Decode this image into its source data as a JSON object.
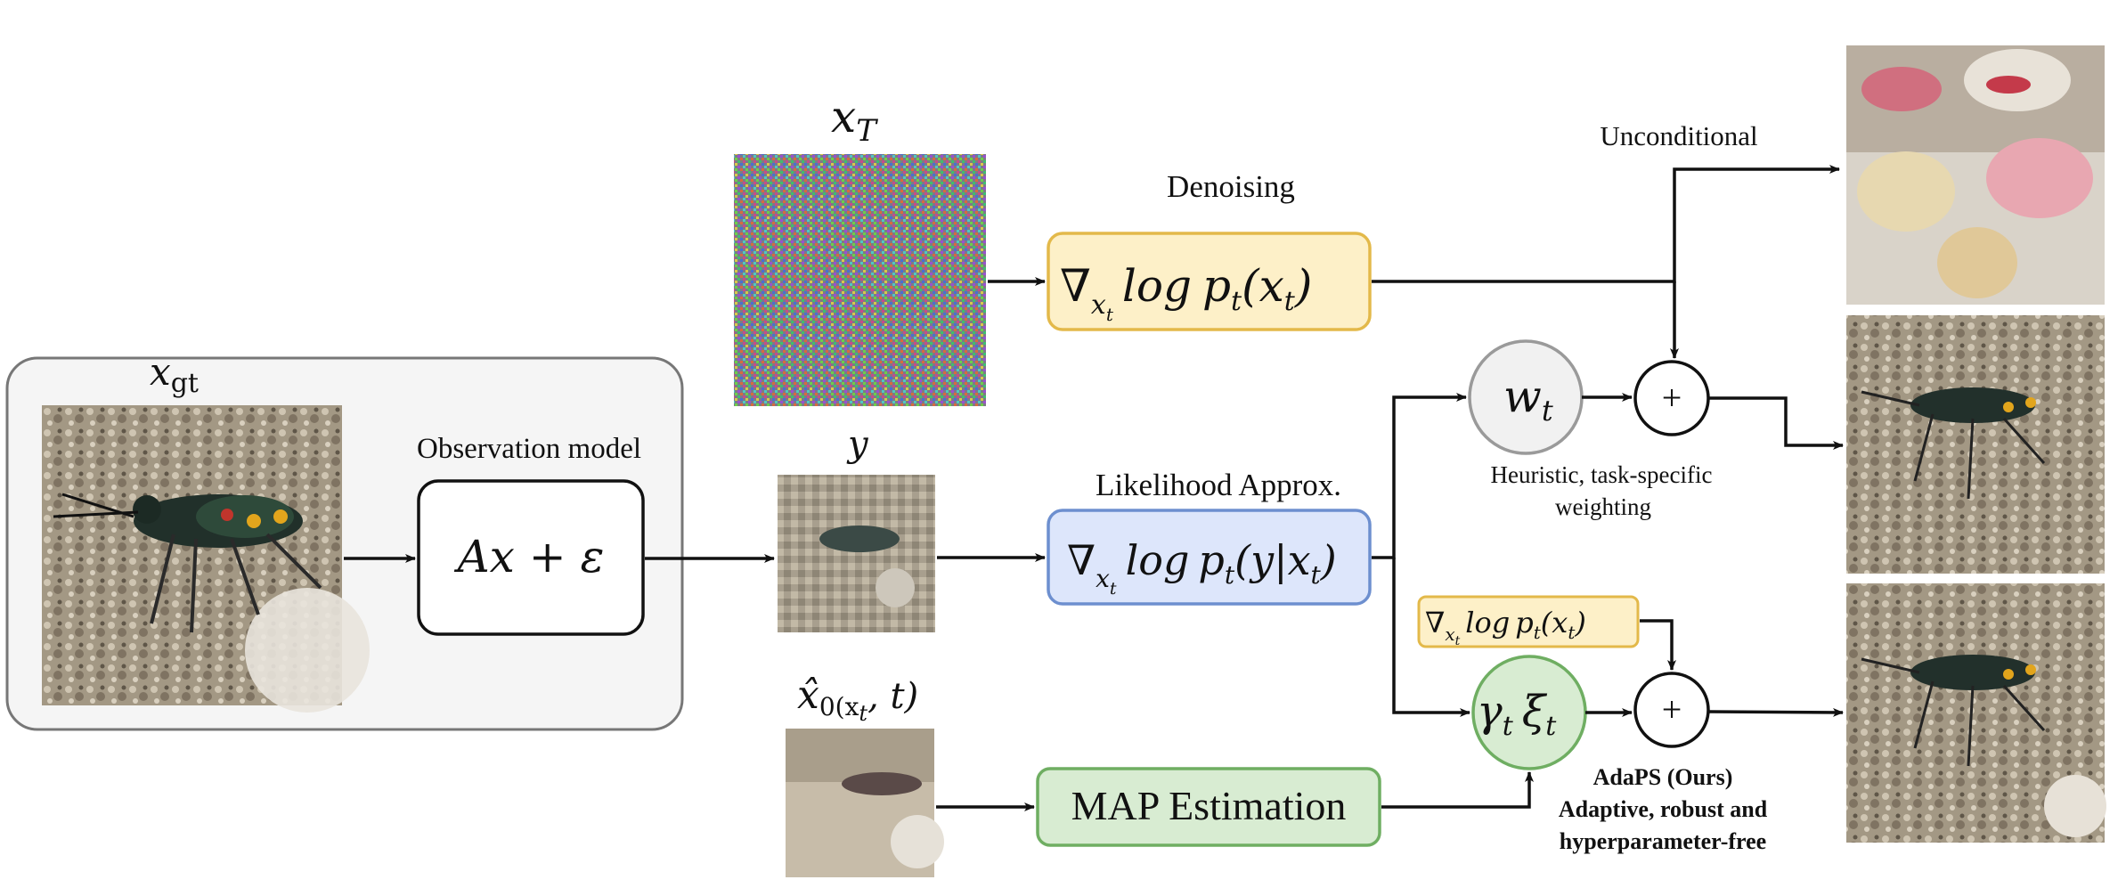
{
  "labels": {
    "x_gt_main": "x",
    "x_gt_sub": "gt",
    "observation_model": "Observation model",
    "obs_formula": "Ax + ε",
    "x_T_main": "x",
    "x_T_sub": "T",
    "y": "y",
    "x0hat_main": "x̂",
    "x0hat_rest": "0(x",
    "x0hat_sub": "t",
    "x0hat_end": ", t)",
    "denoising": "Denoising",
    "likelihood": "Likelihood Approx.",
    "map_estimation": "MAP Estimation",
    "unconditional": "Unconditional",
    "w_t_main": "w",
    "w_t_sub": "t",
    "gamma_xi": "γ",
    "gamma_sub": "t",
    "xi": "ξ",
    "xi_sub": "t",
    "plus": "+",
    "heuristic_line1": "Heuristic,  task-specific",
    "heuristic_line2": "weighting",
    "adaps_line1": "AdaPS (Ours)",
    "adaps_line2": "Adaptive, robust and",
    "adaps_line3": "hyperparameter-free"
  },
  "formulas": {
    "nabla": "∇",
    "grad_sub": "x",
    "grad_subsub": "t",
    "log": "log",
    "p": "p",
    "p_sub": "t",
    "denoise_arg": "(x",
    "denoise_arg_sub": "t",
    "close": ")",
    "likelihood_arg": "(y|x",
    "likelihood_arg_sub": "t"
  },
  "colors": {
    "denoise_fill": "#fdf0c8",
    "denoise_stroke": "#e3b94a",
    "likelihood_fill": "#dde6fb",
    "likelihood_stroke": "#6d8fcf",
    "map_fill": "#d8ecd2",
    "map_stroke": "#6fae62",
    "gamma_fill": "#d8ecd2",
    "gamma_stroke": "#6fae62",
    "w_fill": "#f1f1f1",
    "w_stroke": "#9a9a9a",
    "group_fill": "#f5f5f5",
    "group_stroke": "#777777"
  }
}
